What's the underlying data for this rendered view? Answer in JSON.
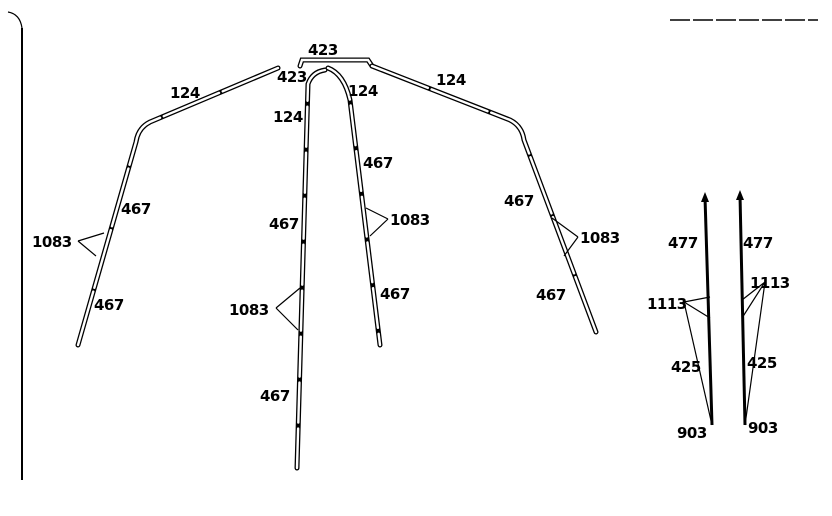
{
  "labels": [
    "423",
    "423",
    "124",
    "124",
    "124",
    "124",
    "467",
    "467",
    "1083",
    "467",
    "467",
    "1083",
    "467",
    "1083",
    "467",
    "467",
    "1083",
    "467",
    "477",
    "477",
    "1113",
    "1113",
    "425",
    "425",
    "903",
    "903"
  ]
}
